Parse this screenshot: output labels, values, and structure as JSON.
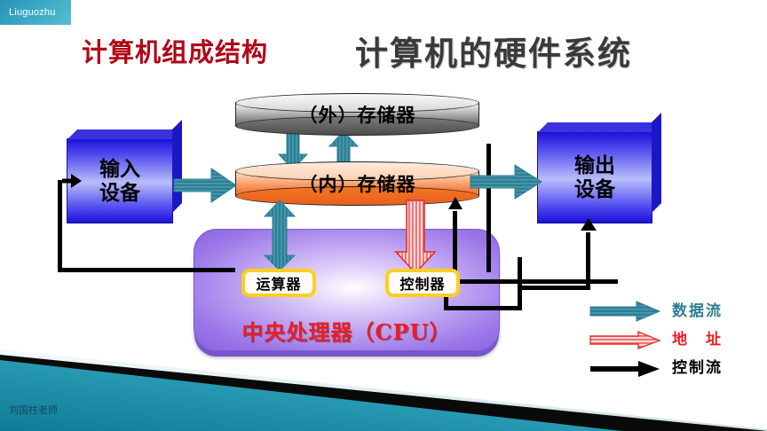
{
  "badge": {
    "label": "Liuguozhu"
  },
  "titles": {
    "sub": "计算机组成结构",
    "main": "计算机的硬件系统",
    "sub_color": "#b00718",
    "main_color": "#3a3a3a"
  },
  "diagram": {
    "input_device": "输入\n设备",
    "input_device_line1": "输入",
    "input_device_line2": "设备",
    "output_device_line1": "输出",
    "output_device_line2": "设备",
    "external_storage": "（外）存储器",
    "internal_storage": "（内）存储器",
    "alu": "运算器",
    "controller": "控制器",
    "cpu": "中央处理器（CPU）",
    "cpu_color": "#ed1c24"
  },
  "legend": {
    "items": [
      {
        "label": "数据流",
        "color": "#2c7f94",
        "arrow": "solid-teal-arrow"
      },
      {
        "label": "地　址",
        "color": "#ee1c25",
        "arrow": "striped-red-arrow"
      },
      {
        "label": "控制流",
        "color": "#000000",
        "arrow": "thin-black-arrow"
      }
    ]
  },
  "footer": {
    "author": "刘国柱老师"
  },
  "colors": {
    "teal": "#2c7f94",
    "red": "#ee1c25",
    "black": "#000000",
    "purple": "#9b76e8",
    "yellow": "#ffcf1a",
    "blue": "#2a22e0",
    "orange": "#f7854a",
    "gray": "#8e8e8e",
    "badge_teal": "#2a93b5"
  }
}
